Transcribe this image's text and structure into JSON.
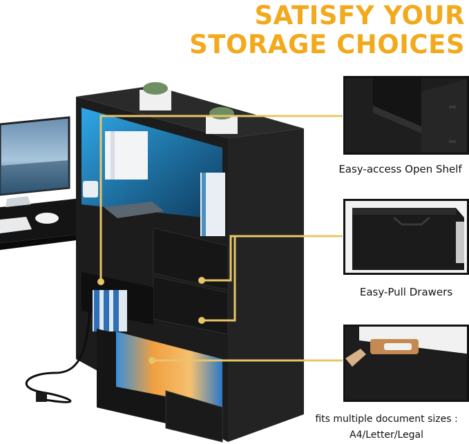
{
  "headline": {
    "line1": "SATISFY YOUR",
    "line2": "STORAGE CHOICES",
    "color": "#f2a91c"
  },
  "callouts": [
    {
      "caption": "Easy-access Open Shelf"
    },
    {
      "caption": "Easy-Pull Drawers"
    },
    {
      "caption_line1": "fits multiple document sizes :",
      "caption_line2": "A4/Letter/Legal"
    }
  ],
  "colors": {
    "cabinet": "#1b1b1b",
    "led": "#3fb8f0",
    "connector": "#e8c56a"
  }
}
